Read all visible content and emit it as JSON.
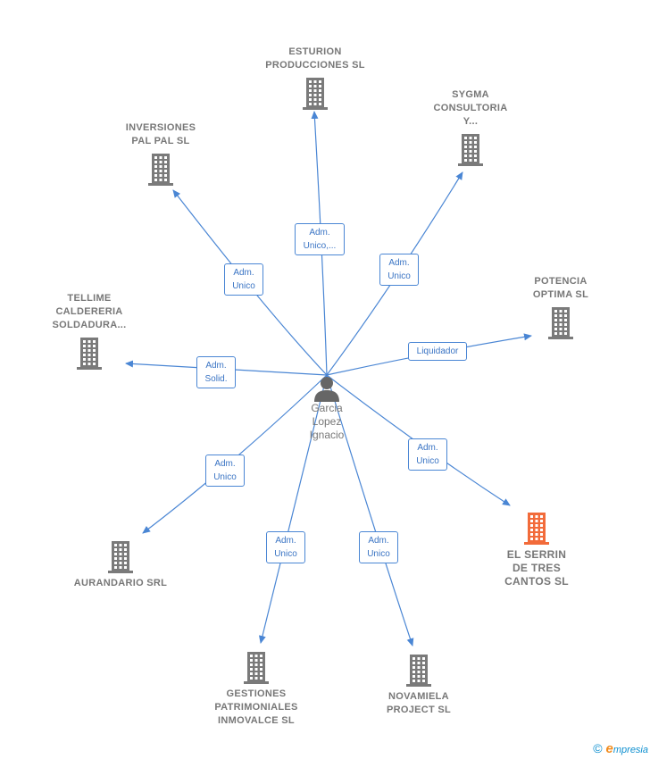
{
  "person": {
    "name": "Garcia\nLopez\nIgnacio",
    "icon": "person-icon",
    "color": "#666666"
  },
  "companies": [
    {
      "id": "esturion",
      "label": "ESTURION\nPRODUCCIONES SL",
      "highlight": false
    },
    {
      "id": "sygma",
      "label": "SYGMA\nCONSULTORIA\nY...",
      "highlight": false
    },
    {
      "id": "inversiones",
      "label": "INVERSIONES\nPAL PAL  SL",
      "highlight": false
    },
    {
      "id": "potencia",
      "label": "POTENCIA\nOPTIMA  SL",
      "highlight": false
    },
    {
      "id": "tellime",
      "label": "TELLIME\nCALDERERIA\nSOLDADURA...",
      "highlight": false
    },
    {
      "id": "serrin",
      "label": "EL  SERRIN\nDE TRES\nCANTOS  SL",
      "highlight": true
    },
    {
      "id": "aurandario",
      "label": "AURANDARIO SRL",
      "highlight": false
    },
    {
      "id": "gestiones",
      "label": "GESTIONES\nPATRIMONIALES\nINMOVALCE SL",
      "highlight": false
    },
    {
      "id": "novamiela",
      "label": "NOVAMIELA\nPROJECT  SL",
      "highlight": false
    }
  ],
  "relations": [
    {
      "target": "esturion",
      "label": "Adm.\nUnico,..."
    },
    {
      "target": "sygma",
      "label": "Adm.\nUnico"
    },
    {
      "target": "inversiones",
      "label": "Adm.\nUnico"
    },
    {
      "target": "potencia",
      "label": "Liquidador"
    },
    {
      "target": "tellime",
      "label": "Adm.\nSolid."
    },
    {
      "target": "serrin",
      "label": "Adm.\nUnico"
    },
    {
      "target": "aurandario",
      "label": "Adm.\nUnico"
    },
    {
      "target": "gestiones",
      "label": "Adm.\nUnico"
    },
    {
      "target": "novamiela",
      "label": "Adm.\nUnico"
    }
  ],
  "colors": {
    "building": "#7a7a7a",
    "highlight_building": "#f26b3a",
    "edge": "#4a86d4"
  },
  "footer": {
    "copyright": "©",
    "brand_first": "e",
    "brand_rest": "mpresia"
  }
}
